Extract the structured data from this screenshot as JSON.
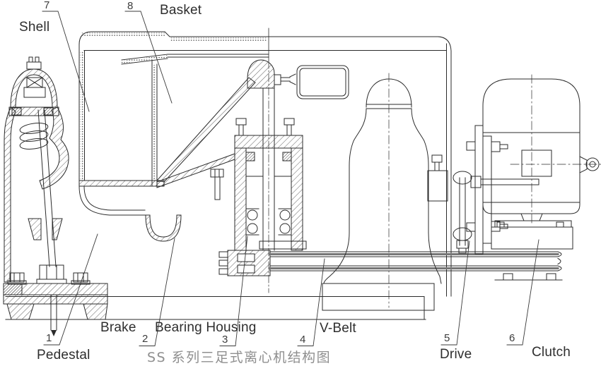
{
  "diagram": {
    "caption": "SS 系列三足式离心机结构图",
    "parts": {
      "pedestal": {
        "num": "1",
        "label": "Pedestal"
      },
      "brake": {
        "num": "2",
        "label": "Brake"
      },
      "bearing_housing": {
        "num": "3",
        "label": "Bearing Housing"
      },
      "v_belt": {
        "num": "4",
        "label": "V-Belt"
      },
      "drive": {
        "num": "5",
        "label": "Drive"
      },
      "clutch": {
        "num": "6",
        "label": "Clutch"
      },
      "shell": {
        "num": "7",
        "label": "Shell"
      },
      "basket": {
        "num": "8",
        "label": "Basket"
      }
    }
  }
}
